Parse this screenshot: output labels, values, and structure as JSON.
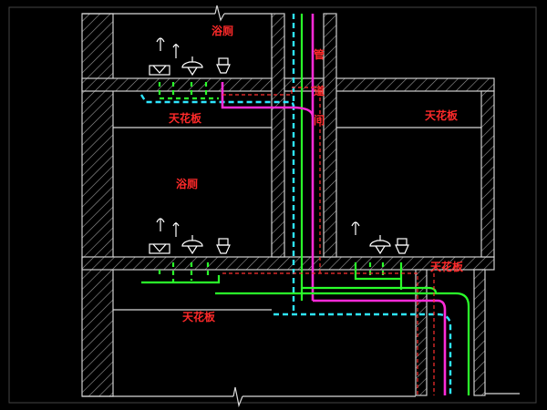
{
  "labels": {
    "bathroom_upper": "浴厕",
    "bathroom_lower": "浴厕",
    "ceiling_upper": "天花板",
    "ceiling_right": "天花板",
    "ceiling_lower": "天花板",
    "ceiling_lower_right": "天花板",
    "riser_char1": "管",
    "riser_char2": "道",
    "riser_char3": "间"
  },
  "colors": {
    "background": "#000000",
    "wall_line": "#d8d8d8",
    "label": "#ff2a2a",
    "pipe_cyan": "#2ee6ff",
    "pipe_green": "#2aff2a",
    "pipe_magenta": "#ff2bd8",
    "pipe_red": "#ff3030",
    "fixture": "#ffffff"
  },
  "icons": [
    "washbasin-icon",
    "urinal-icon",
    "toilet-icon",
    "faucet-icon"
  ]
}
